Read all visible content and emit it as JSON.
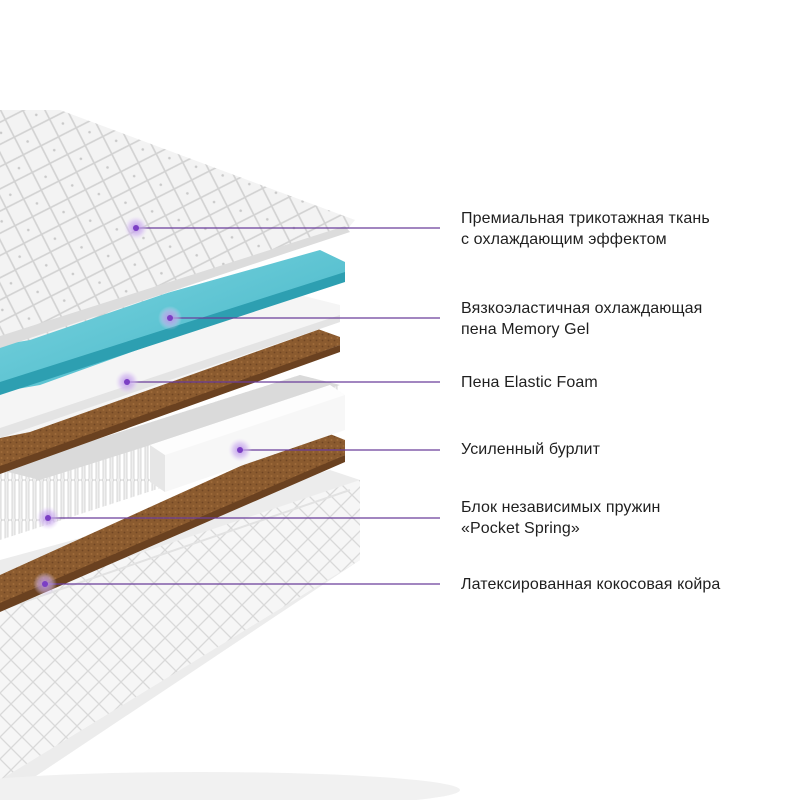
{
  "colors": {
    "accent": "#7b3fc4",
    "leader_line": "#6a3d9a",
    "marker_glow": "#c9a8ee",
    "text": "#1f1f1f",
    "fabric": "#f1f1f1",
    "gel": "#5cc6d4",
    "coir": "#8a5a2e",
    "foam": "#f4f4f4"
  },
  "callouts": [
    {
      "id": "fabric",
      "lines": [
        "Премиальная трикотажная ткань",
        "с охлаждающим эффектом"
      ]
    },
    {
      "id": "memory-gel",
      "lines": [
        "Вязкоэластичная охлаждающая",
        "пена Memory Gel"
      ]
    },
    {
      "id": "elastic-foam",
      "lines": [
        "Пена Elastic Foam"
      ]
    },
    {
      "id": "burlit",
      "lines": [
        "Усиленный бурлит"
      ]
    },
    {
      "id": "pocket-spring",
      "lines": [
        "Блок независимых пружин",
        "«Pocket Spring»"
      ]
    },
    {
      "id": "coconut-coir",
      "lines": [
        "Латексированная кокосовая койра"
      ]
    }
  ]
}
